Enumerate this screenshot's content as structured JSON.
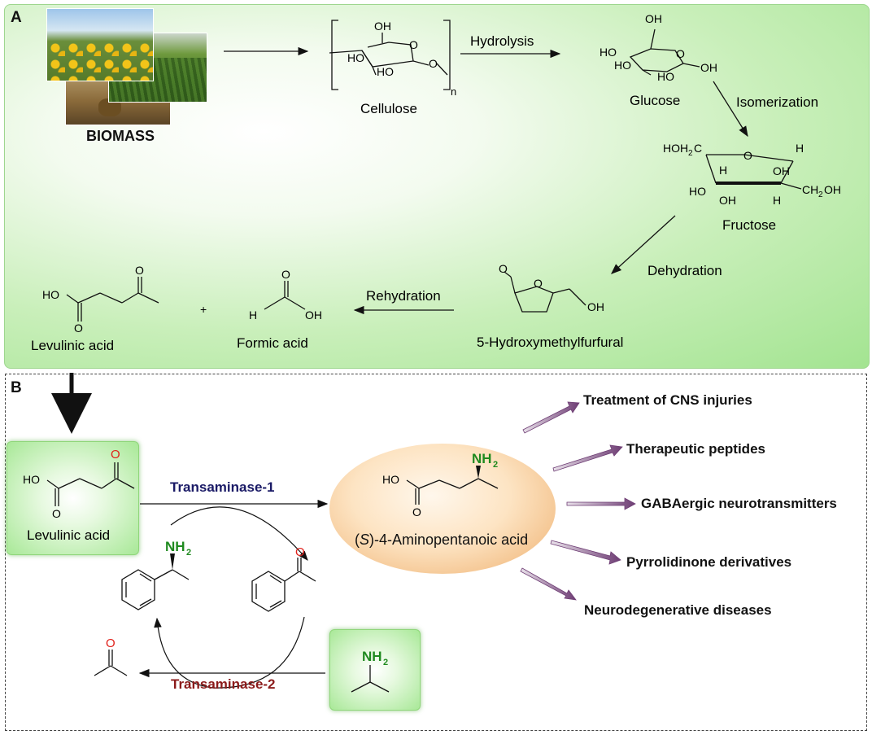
{
  "panels": {
    "a": "A",
    "b": "B"
  },
  "panel_a": {
    "biomass": "BIOMASS",
    "cellulose": "Cellulose",
    "hydrolysis": "Hydrolysis",
    "glucose": "Glucose",
    "isomerization": "Isomerization",
    "fructose": "Fructose",
    "dehydration": "Dehydration",
    "hmf": "5-Hydroxymethylfurfural",
    "rehydration": "Rehydration",
    "levulinic": "Levulinic acid",
    "formic": "Formic acid",
    "plus": "+"
  },
  "panel_b": {
    "levulinic": "Levulinic acid",
    "transaminase1": "Transaminase-1",
    "transaminase2": "Transaminase-2",
    "product_pre": "(",
    "product_s": "S",
    "product_post": ")-4-Aminopentanoic acid",
    "applications": [
      "Treatment of CNS injuries",
      "Therapeutic peptides",
      "GABAergic neurotransmitters",
      "Pyrrolidinone derivatives",
      "Neurodegenerative diseases"
    ]
  },
  "atoms": {
    "oh": "OH",
    "ho": "HO",
    "o": "O",
    "n": "n",
    "h": "H",
    "nh": "NH",
    "sub2": "2",
    "hoh2c": "HOH",
    "hoh2c_tail": "C",
    "ch2oh_pre": "CH",
    "ch2oh_post": "OH"
  },
  "colors": {
    "panel_green": "#a3e491",
    "ellipse_orange": "#f2bd84",
    "nh2_green": "#1f8a1f",
    "oxygen_red": "#e0201a",
    "transaminase1": "#1a1a66",
    "transaminase2": "#8b1a1a",
    "app_arrow": "#6e3d74"
  }
}
